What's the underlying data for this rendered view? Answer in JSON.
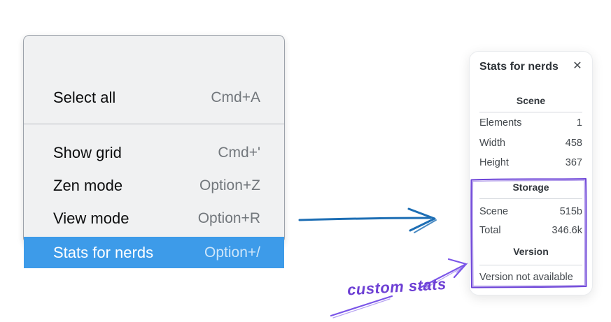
{
  "colors": {
    "menu_highlight": "#3d9be9",
    "flow_arrow_blue": "#1d6eb4",
    "annotation_purple": "#6d44d8"
  },
  "context_menu": {
    "items": [
      {
        "label": "Select all",
        "shortcut": "Cmd+A"
      },
      {
        "label": "Show grid",
        "shortcut": "Cmd+'"
      },
      {
        "label": "Zen mode",
        "shortcut": "Option+Z"
      },
      {
        "label": "View mode",
        "shortcut": "Option+R"
      },
      {
        "label": "Stats for nerds",
        "shortcut": "Option+/"
      }
    ],
    "selected_item": "Stats for nerds"
  },
  "stats_panel": {
    "title": "Stats for nerds",
    "close_icon": "✕",
    "sections": [
      {
        "heading": "Scene",
        "rows": [
          {
            "label": "Elements",
            "value": "1"
          },
          {
            "label": "Width",
            "value": "458"
          },
          {
            "label": "Height",
            "value": "367"
          }
        ]
      },
      {
        "heading": "Storage",
        "rows": [
          {
            "label": "Scene",
            "value": "515b"
          },
          {
            "label": "Total",
            "value": "346.6k"
          }
        ]
      },
      {
        "heading": "Version",
        "note": "Version not available"
      }
    ]
  },
  "annotation": {
    "label": "custom stats"
  }
}
